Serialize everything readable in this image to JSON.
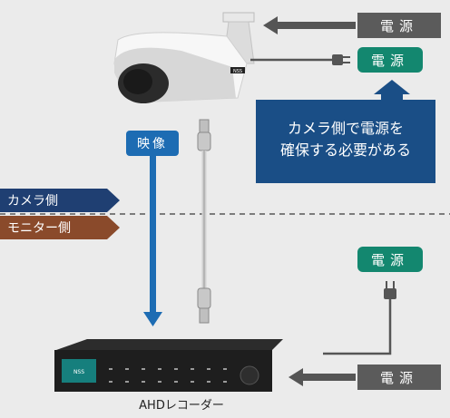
{
  "labels": {
    "power_gray_top": "電源",
    "power_green_top": "電源",
    "power_green_bottom": "電源",
    "power_gray_bottom": "電源",
    "video": "映像",
    "camera_side": "カメラ側",
    "monitor_side": "モニター側",
    "callout_line1": "カメラ側で電源を",
    "callout_line2": "確保する必要がある",
    "recorder_caption": "AHDレコーダー",
    "camera_brand": "NSS",
    "recorder_brand": "NSS"
  },
  "colors": {
    "background": "#ebebeb",
    "power_gray": "#5b5b5b",
    "power_green": "#13876f",
    "video_blue": "#1d6cb3",
    "callout_navy": "#1a4e86",
    "camera_side_navy": "#1f3f72",
    "monitor_side_brown": "#8a4a2b",
    "arrow_gray": "#555555"
  },
  "icons": [
    "plug-icon",
    "arrow-left-icon",
    "arrow-up-icon",
    "arrow-down-icon"
  ]
}
